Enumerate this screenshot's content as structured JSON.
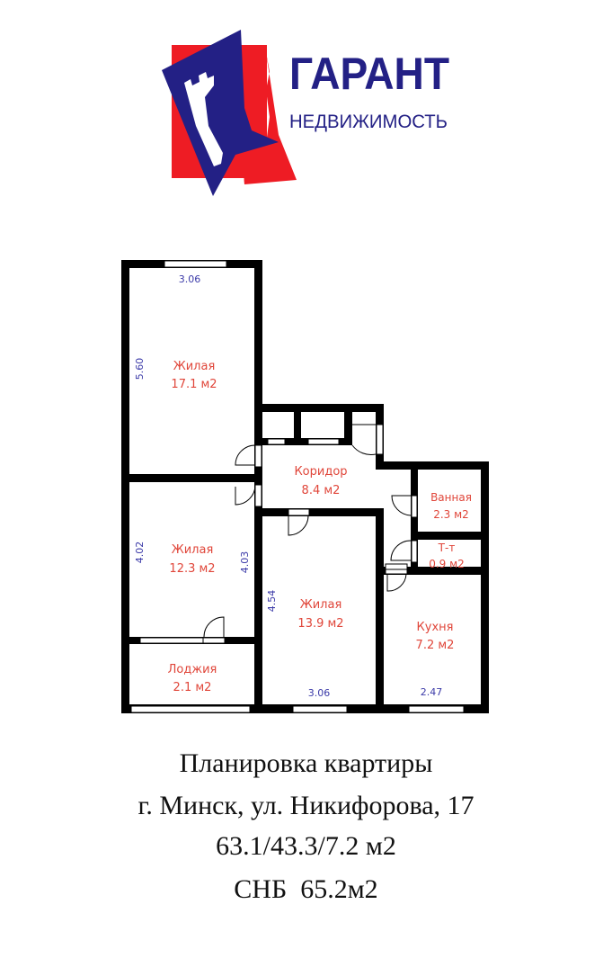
{
  "logo": {
    "title": "ГАРАНТ",
    "subtitle": "НЕДВИЖИМОСТЬ",
    "colors": {
      "blue": "#232085",
      "red": "#ee1c24"
    }
  },
  "rooms": [
    {
      "name": "Жилая",
      "area": "17.1 м2"
    },
    {
      "name": "Коридор",
      "area": "8.4 м2"
    },
    {
      "name": "Ванная",
      "area": "2.3 м2"
    },
    {
      "name": "Т-т",
      "area": "0.9 м2"
    },
    {
      "name": "Жилая",
      "area": "12.3 м2"
    },
    {
      "name": "Жилая",
      "area": "13.9 м2"
    },
    {
      "name": "Кухня",
      "area": "7.2 м2"
    },
    {
      "name": "Лоджия",
      "area": "2.1 м2"
    }
  ],
  "dimensions": [
    "3.06",
    "5.60",
    "4.02",
    "4.03",
    "4.54",
    "3.06",
    "2.47"
  ],
  "caption": {
    "line1": "Планировка квартиры",
    "line2": "г. Минск, ул. Никифорова, 17",
    "line3": "63.1/43.3/7.2 м2",
    "line4": "СНБ  65.2м2"
  }
}
